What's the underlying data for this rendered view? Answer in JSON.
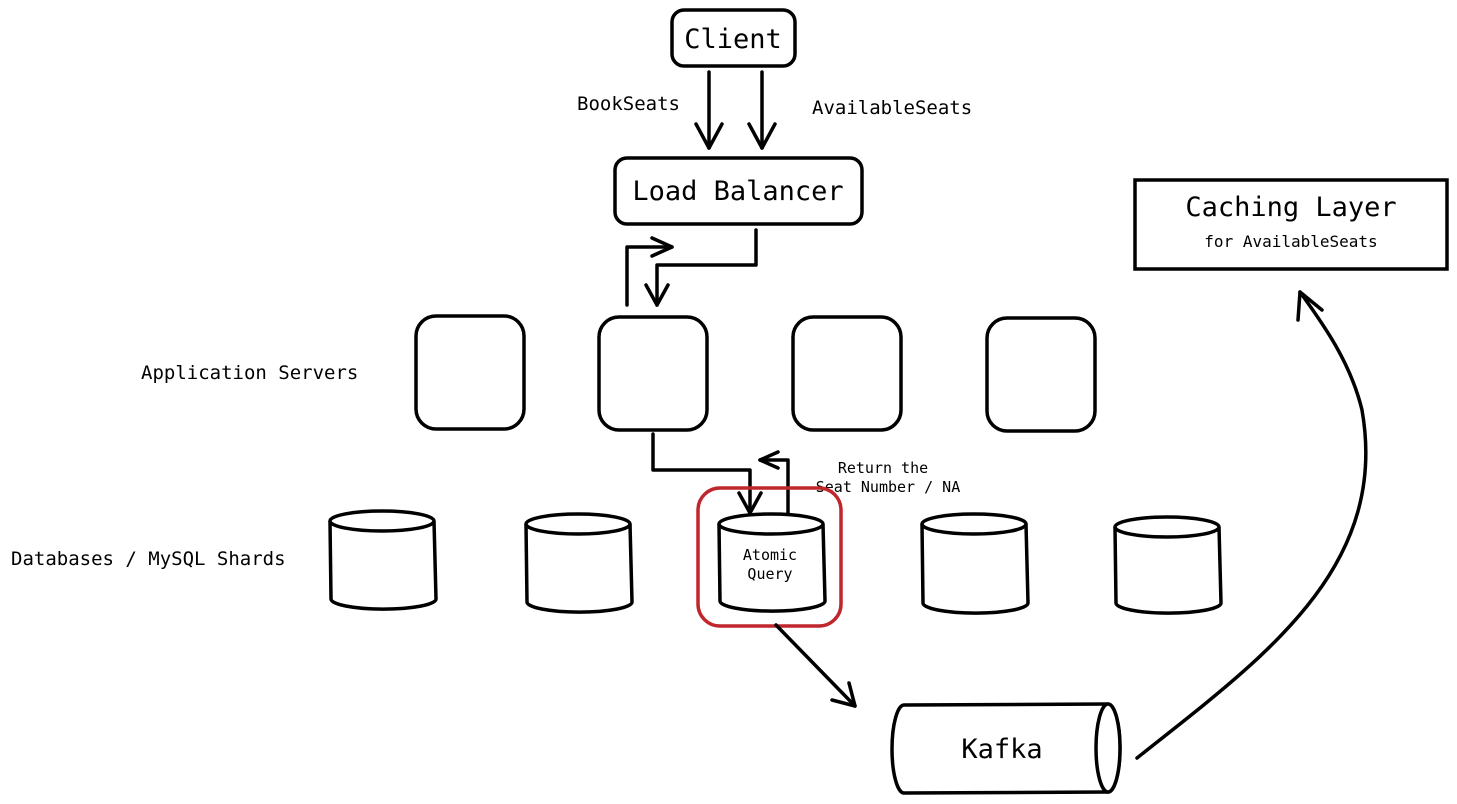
{
  "client": {
    "label": "Client"
  },
  "requests": {
    "book": "BookSeats",
    "available": "AvailableSeats"
  },
  "load_balancer": {
    "label": "Load Balancer"
  },
  "cache": {
    "title": "Caching Layer",
    "subtitle": "for AvailableSeats"
  },
  "app_servers": {
    "label": "Application Servers",
    "count": 4
  },
  "databases": {
    "label": "Databases / MySQL Shards",
    "count": 5,
    "atomic_line1": "Atomic",
    "atomic_line2": "Query"
  },
  "return_note": {
    "line1": "Return the",
    "line2": "Seat Number / NA"
  },
  "kafka": {
    "label": "Kafka"
  },
  "colors": {
    "ink": "#000000",
    "highlight": "#c0272d"
  }
}
